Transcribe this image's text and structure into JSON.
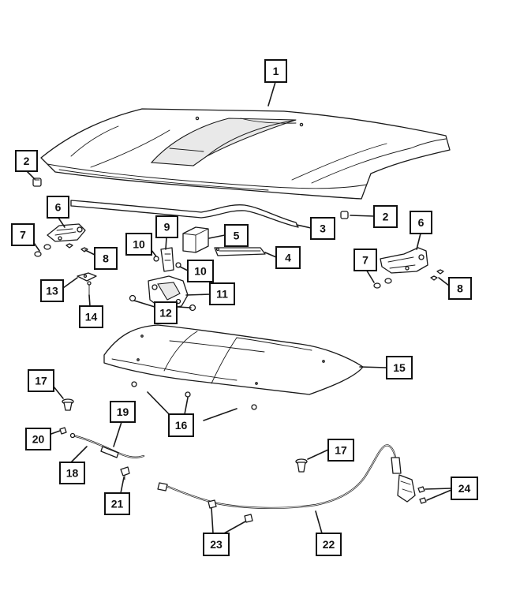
{
  "diagram": {
    "callouts": [
      {
        "id": "c1",
        "label": "1"
      },
      {
        "id": "c2a",
        "label": "2"
      },
      {
        "id": "c2b",
        "label": "2"
      },
      {
        "id": "c3",
        "label": "3"
      },
      {
        "id": "c4",
        "label": "4"
      },
      {
        "id": "c5",
        "label": "5"
      },
      {
        "id": "c6a",
        "label": "6"
      },
      {
        "id": "c6b",
        "label": "6"
      },
      {
        "id": "c7a",
        "label": "7"
      },
      {
        "id": "c7b",
        "label": "7"
      },
      {
        "id": "c8a",
        "label": "8"
      },
      {
        "id": "c8b",
        "label": "8"
      },
      {
        "id": "c9",
        "label": "9"
      },
      {
        "id": "c10a",
        "label": "10"
      },
      {
        "id": "c10b",
        "label": "10"
      },
      {
        "id": "c11",
        "label": "11"
      },
      {
        "id": "c12",
        "label": "12"
      },
      {
        "id": "c13",
        "label": "13"
      },
      {
        "id": "c14",
        "label": "14"
      },
      {
        "id": "c15",
        "label": "15"
      },
      {
        "id": "c16",
        "label": "16"
      },
      {
        "id": "c17a",
        "label": "17"
      },
      {
        "id": "c17b",
        "label": "17"
      },
      {
        "id": "c18",
        "label": "18"
      },
      {
        "id": "c19",
        "label": "19"
      },
      {
        "id": "c20",
        "label": "20"
      },
      {
        "id": "c21",
        "label": "21"
      },
      {
        "id": "c22",
        "label": "22"
      },
      {
        "id": "c23",
        "label": "23"
      },
      {
        "id": "c24",
        "label": "24"
      }
    ]
  }
}
